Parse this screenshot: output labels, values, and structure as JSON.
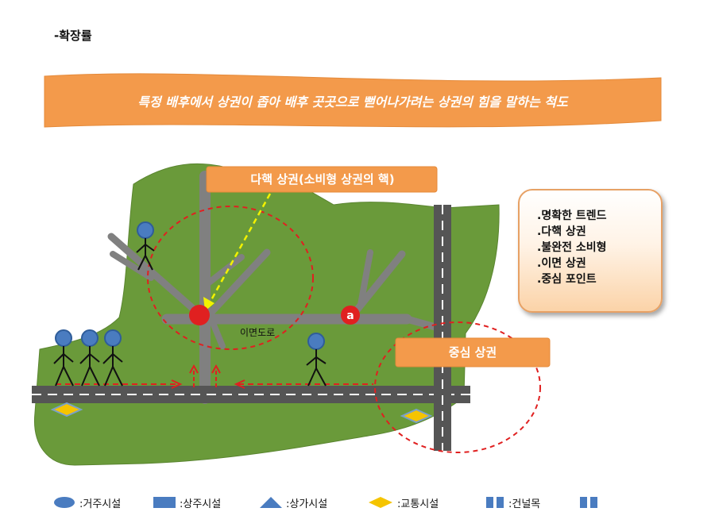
{
  "heading": "-확장률",
  "banner": {
    "text": "특정 배후에서 상권이 좁아 배후 곳곳으로 뻗어나가려는 상권의 힘을 말하는 척도",
    "color": "#f39a4b"
  },
  "map": {
    "callout_dahaek": "다핵 상권(소비형 상권의 핵)",
    "callout_center": "중심 상권",
    "road_label": "이면도로",
    "marker_label": "a",
    "area_color": "#6a9a3a",
    "road_color": "#808080",
    "accent_red": "#e02020"
  },
  "keywords": [
    ".명확한 트렌드",
    ".다핵 상권",
    ".불완전 소비형",
    ".이면 상권",
    ".중심 포인트"
  ],
  "legend": [
    {
      "icon": "ellipse-icon",
      "label": ":거주시설"
    },
    {
      "icon": "rectangle-icon",
      "label": ":상주시설"
    },
    {
      "icon": "triangle-icon",
      "label": ":상가시설"
    },
    {
      "icon": "diamond-icon",
      "label": ":교통시설"
    },
    {
      "icon": "double-bar-icon",
      "label": ":건널목"
    },
    {
      "icon": "double-bar-icon",
      "label": ""
    }
  ]
}
